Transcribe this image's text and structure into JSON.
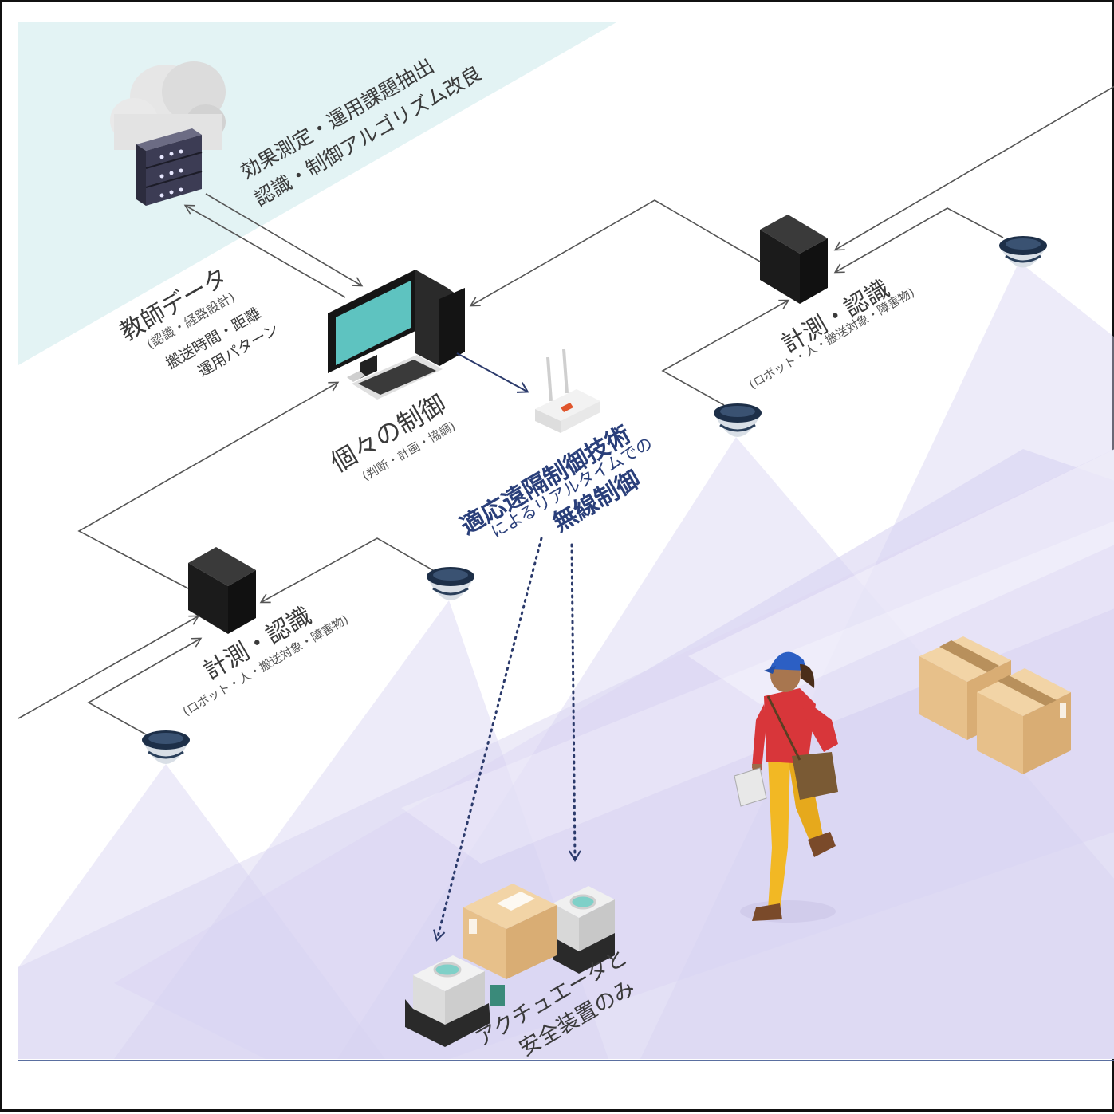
{
  "cloud_text": {
    "line1": "効果測定・運用課題抽出",
    "line2": "認識・制御アルゴリズム改良"
  },
  "teacher_data": {
    "title": "教師データ",
    "sub": "(認識・経路設計)",
    "line1": "搬送時間・距離",
    "line2": "運用パターン"
  },
  "control": {
    "title": "個々の制御",
    "sub": "(判断・計画・協調)"
  },
  "wireless": {
    "line1": "適応遠隔制御技術",
    "line2": "によるリアルタイムでの",
    "line3": "無線制御"
  },
  "measure_right": {
    "title": "計測・認識",
    "sub": "(ロボット・人・搬送対象・障害物)"
  },
  "measure_left": {
    "title": "計測・認識",
    "sub": "(ロボット・人・搬送対象・障害物)"
  },
  "robot": {
    "line1": "アクチュエータと",
    "line2": "安全装置のみ"
  },
  "colors": {
    "cloud_band": "#e3f3f4",
    "floor": "#e4e2f6",
    "beam": "#cfcaf0",
    "label_blue": "#2a3f7a",
    "server": "#1e1e1e",
    "monitor": "#5ec3c0"
  }
}
